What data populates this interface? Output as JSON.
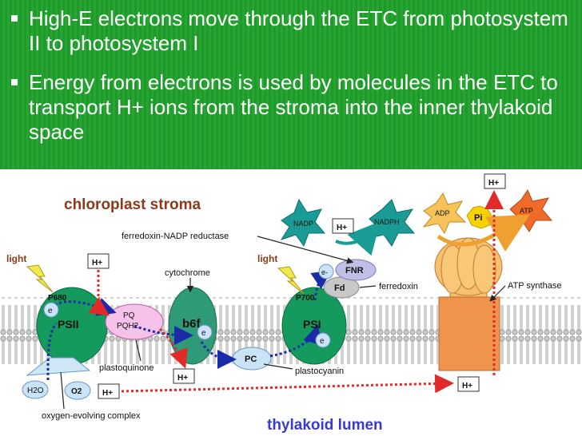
{
  "slide": {
    "bullets": [
      "High-E electrons move through the ETC from photosystem II to photosystem I",
      "Energy from electrons is used by molecules in the ETC to transport H+ ions from the stroma into the inner thylakoid space"
    ]
  },
  "diagram": {
    "stroma_label": "chloroplast stroma",
    "lumen_label": "thylakoid lumen",
    "fnr_label": "ferredoxin-NADP reductase",
    "cytochrome_label": "cytochrome",
    "atp_synthase_label": "ATP synthase",
    "ferredoxin_label": "ferredoxin",
    "plastoquinone_label": "plastoquinone",
    "plastocyanin_label": "plastocyanin",
    "oec_label": "oxygen-evolving complex",
    "light": "light",
    "h_plus": "H+",
    "electron": "e",
    "e_minus": "e-",
    "p680": "P680",
    "psii": "PSII",
    "p700": "P700",
    "psi": "PSI",
    "pq": "PQ",
    "pqh2": "PQH2",
    "b6f": "b6f",
    "pc": "PC",
    "fd": "Fd",
    "fnr": "FNR",
    "nadp": "NADP",
    "nadph": "NADPH",
    "adp": "ADP",
    "pi": "Pi",
    "atp": "ATP",
    "h2o": "H2O",
    "o2": "O2"
  },
  "colors": {
    "banner": "#1f9a2a",
    "green_complex": "#139a5c",
    "purple_complex": "#2f9a78",
    "pq_pink": "#f6c2ea",
    "pc_blue": "#cbe3f7",
    "fnr_lavender": "#c0c0e6",
    "fd_gray": "#c8c8c8",
    "atp_orange": "#f0934c",
    "atp_head": "#f6c070",
    "electron_path": "#1a2aa8",
    "proton_path": "#e12a2a",
    "light_yellow": "#f2e94b",
    "teal_star": "#1b9b96",
    "label_brown": "#8b3a1b",
    "lumen_label": "#3a3acf"
  }
}
